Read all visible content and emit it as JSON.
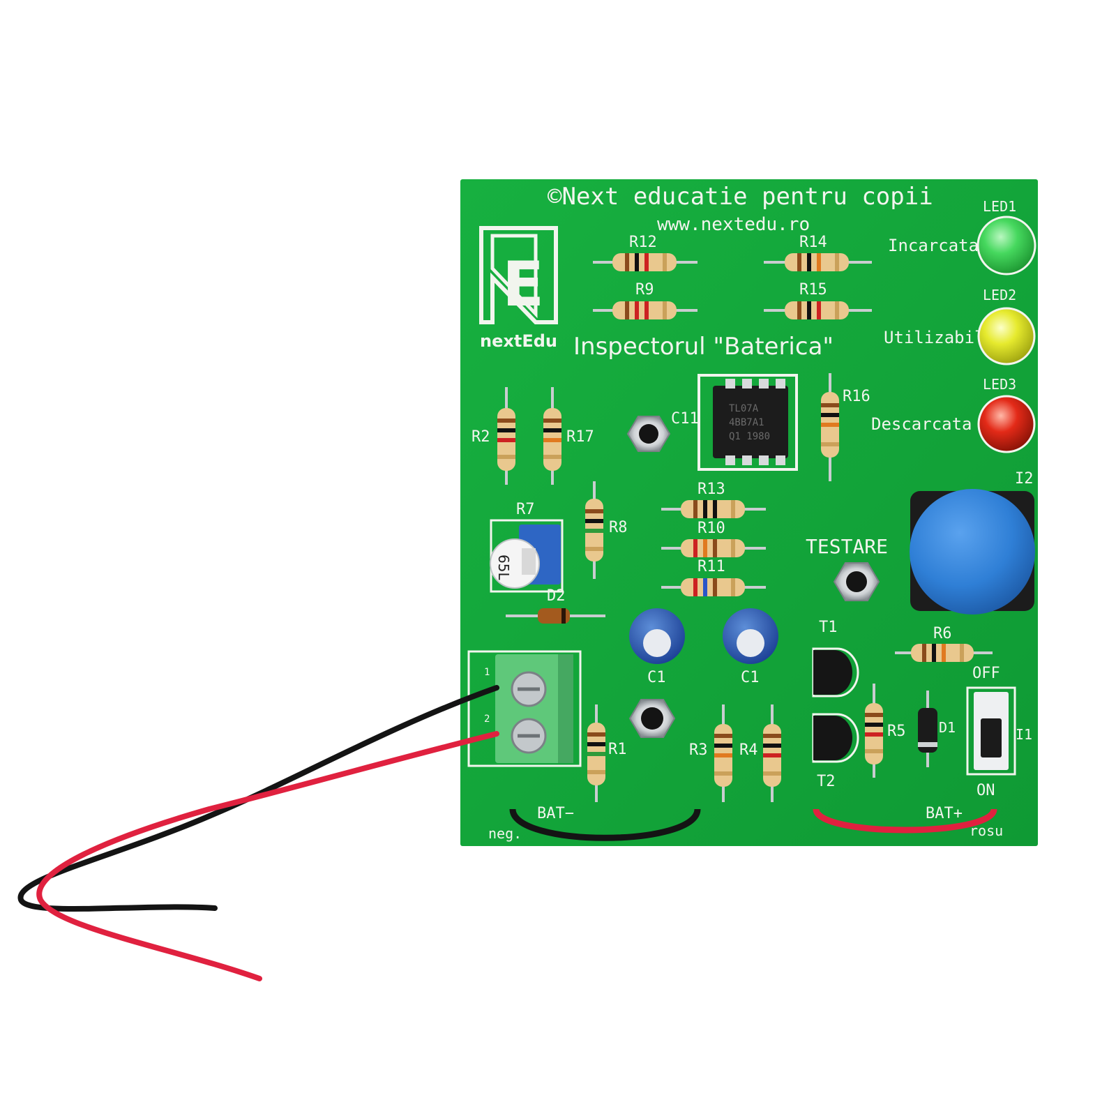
{
  "board": {
    "copyright": "©Next educatie pentru copii",
    "website": "www.nextedu.ro",
    "brand": "nextEdu",
    "logo_letter": "E",
    "title": "Inspectorul \"Baterica\"",
    "button_label": "TESTARE",
    "switch_off": "OFF",
    "switch_on": "ON",
    "bat_minus": "BAT−",
    "bat_plus": "BAT+",
    "neg_label": "neg.",
    "pos_label": "rosu",
    "pot_code": "65L",
    "ic_marking": [
      "TL07A",
      "4BB7A1",
      "Q1 1980"
    ],
    "terminal_pins": [
      "1",
      "2"
    ]
  },
  "leds": [
    {
      "ref": "LED1",
      "label": "Incarcata",
      "color": "#3fd25a"
    },
    {
      "ref": "LED2",
      "label": "Utilizabila",
      "color": "#e3e62a"
    },
    {
      "ref": "LED3",
      "label": "Descarcata",
      "color": "#e02818"
    }
  ],
  "refs": {
    "R1": "R1",
    "R2": "R2",
    "R3": "R3",
    "R4": "R4",
    "R5": "R5",
    "R6": "R6",
    "R7": "R7",
    "R8": "R8",
    "R9": "R9",
    "R10": "R10",
    "R11": "R11",
    "R12": "R12",
    "R13": "R13",
    "R14": "R14",
    "R15": "R15",
    "R16": "R16",
    "R17": "R17",
    "C11": "C11",
    "C1": "C1",
    "D1": "D1",
    "D2": "D2",
    "T1": "T1",
    "T2": "T2",
    "I1": "I1",
    "I2": "I2"
  },
  "colors": {
    "pcb": "#12a83a",
    "silkscreen": "#f2f5ee",
    "button_cap": "#2f7fd6",
    "terminal_block": "#5fc87a",
    "wire_red": "#e0213f",
    "wire_black": "#141414"
  }
}
